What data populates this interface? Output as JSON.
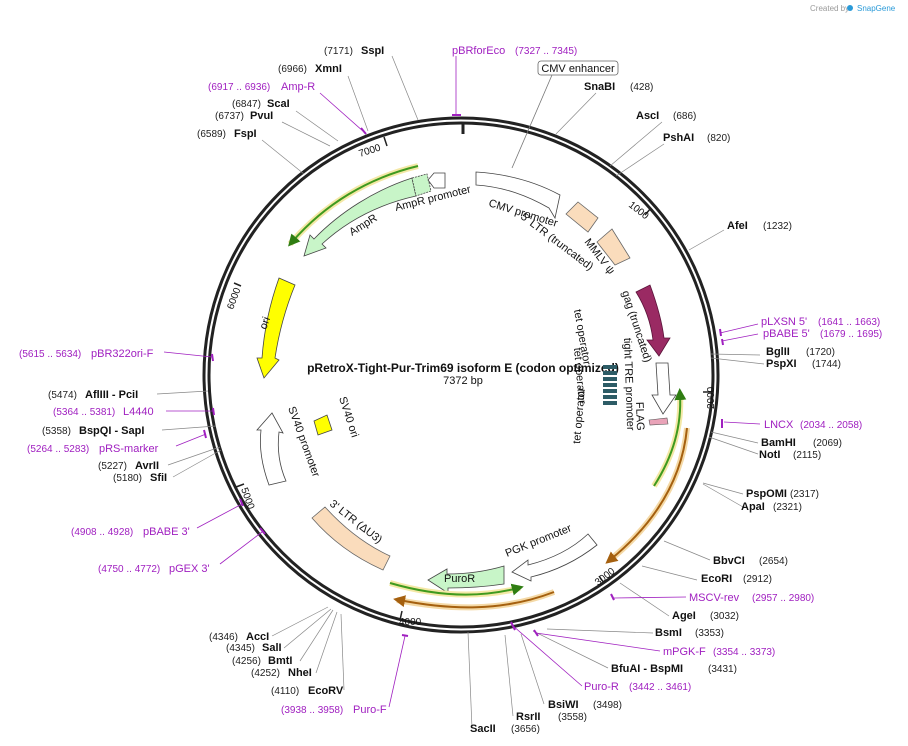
{
  "credit": {
    "prefix": "Created by",
    "brand": "SnapGene"
  },
  "plasmid": {
    "name": "pRetroX-Tight-Pur-Trim69 isoform E (codon optimized)",
    "size_label": "7372 bp"
  },
  "ticks": [
    "1000",
    "2000",
    "3000",
    "4000",
    "5000",
    "6000",
    "7000"
  ],
  "enzymes": [
    {
      "name": "SspI",
      "pos": "(7171)"
    },
    {
      "name": "XmnI",
      "pos": "(6966)"
    },
    {
      "name": "ScaI",
      "pos": "(6847)"
    },
    {
      "name": "PvuI",
      "pos": "(6737)"
    },
    {
      "name": "FspI",
      "pos": "(6589)"
    },
    {
      "name": "SnaBI",
      "pos": "(428)"
    },
    {
      "name": "AscI",
      "pos": "(686)"
    },
    {
      "name": "PshAI",
      "pos": "(820)"
    },
    {
      "name": "AfeI",
      "pos": "(1232)"
    },
    {
      "name": "BglII",
      "pos": "(1720)"
    },
    {
      "name": "PspXI",
      "pos": "(1744)"
    },
    {
      "name": "BamHI",
      "pos": "(2069)"
    },
    {
      "name": "NotI",
      "pos": "(2115)"
    },
    {
      "name": "PspOMI",
      "pos": "(2317)"
    },
    {
      "name": "ApaI",
      "pos": "(2321)"
    },
    {
      "name": "BbvCI",
      "pos": "(2654)"
    },
    {
      "name": "EcoRI",
      "pos": "(2912)"
    },
    {
      "name": "AgeI",
      "pos": "(3032)"
    },
    {
      "name": "BsmI",
      "pos": "(3353)"
    },
    {
      "name": "BfuAI  - BspMI",
      "pos": "(3431)"
    },
    {
      "name": "BsiWI",
      "pos": "(3498)"
    },
    {
      "name": "RsrII",
      "pos": "(3558)"
    },
    {
      "name": "SacII",
      "pos": "(3656)"
    },
    {
      "name": "EcoRV",
      "pos": "(4110)"
    },
    {
      "name": "NheI",
      "pos": "(4252)"
    },
    {
      "name": "BmtI",
      "pos": "(4256)"
    },
    {
      "name": "SalI",
      "pos": "(4345)"
    },
    {
      "name": "AccI",
      "pos": "(4346)"
    },
    {
      "name": "SfiI",
      "pos": "(5180)"
    },
    {
      "name": "AvrII",
      "pos": "(5227)"
    },
    {
      "name": "BspQI  - SapI",
      "pos": "(5358)"
    },
    {
      "name": "AflIII  - PciI",
      "pos": "(5474)"
    }
  ],
  "primers": [
    {
      "name": "pBRforEco",
      "range": "(7327 .. 7345)"
    },
    {
      "name": "Amp-R",
      "range": "(6917 .. 6936)"
    },
    {
      "name": "pLXSN 5'",
      "range": "(1641 .. 1663)"
    },
    {
      "name": "pBABE 5'",
      "range": "(1679 .. 1695)"
    },
    {
      "name": "LNCX",
      "range": "(2034 .. 2058)"
    },
    {
      "name": "MSCV-rev",
      "range": "(2957 .. 2980)"
    },
    {
      "name": "mPGK-F",
      "range": "(3354 .. 3373)"
    },
    {
      "name": "Puro-R",
      "range": "(3442 .. 3461)"
    },
    {
      "name": "Puro-F",
      "range": "(3938 .. 3958)"
    },
    {
      "name": "pGEX 3'",
      "range": "(4750 .. 4772)"
    },
    {
      "name": "pBABE 3'",
      "range": "(4908 .. 4928)"
    },
    {
      "name": "pRS-marker",
      "range": "(5264 .. 5283)"
    },
    {
      "name": "L4440",
      "range": "(5364 .. 5381)"
    },
    {
      "name": "pBR322ori-F",
      "range": "(5615 .. 5634)"
    }
  ],
  "features": {
    "cmv_enhancer": "CMV enhancer",
    "cmv_promoter": "CMV promoter",
    "ltr5": "5' LTR (truncated)",
    "mmlv_psi": "MMLV ψ",
    "gag": "gag (truncated)",
    "tre": "tight TRE promoter",
    "tetop1": "tet operator",
    "tetop2": "tet operator",
    "tetop3": "tet operator",
    "flag": "FLAG",
    "pgk": "PGK promoter",
    "puror": "PuroR",
    "ltr3": "3' LTR (ΔU3)",
    "sv40p": "SV40 promoter",
    "sv40ori": "SV40 ori",
    "ori": "ori",
    "ampr": "AmpR",
    "amprp": "AmpR promoter"
  },
  "colors": {
    "backbone": "#222222",
    "primer": "#a020c0",
    "cds_green": "#c8f5c8",
    "ltr": "#fadcbc",
    "ori": "#ffff00",
    "gag": "#9a2a63",
    "promoter": "#ffffff",
    "orf_green": "#3f9a1e",
    "orf_orange": "#c87a1e",
    "snapgene": "#2a9ad8"
  }
}
